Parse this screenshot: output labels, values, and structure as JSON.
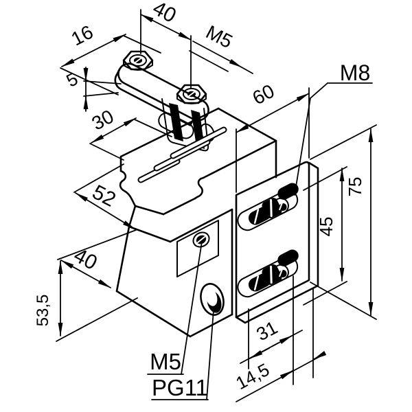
{
  "drawing": {
    "type": "isometric technical drawing",
    "part": "profile clamp connector with slotted block, fastening plate and clamp strap"
  },
  "colors": {
    "ink": "#000000",
    "paper": "#ffffff"
  },
  "labels": {
    "clamp_length": "40",
    "clamp_width": "16",
    "clamp_thickness": "5",
    "clamp_screw_thread": "M5",
    "screw_offset": "30",
    "block_length": "52",
    "block_width": "40",
    "block_height": "53,5",
    "plate_width": "60",
    "plate_screw_thread": "M8",
    "hook_span": "45",
    "plate_height": "75",
    "hole_offset": "31",
    "edge_offset": "14,5",
    "front_hole_thread": "M5",
    "cable_gland": "PG11"
  }
}
